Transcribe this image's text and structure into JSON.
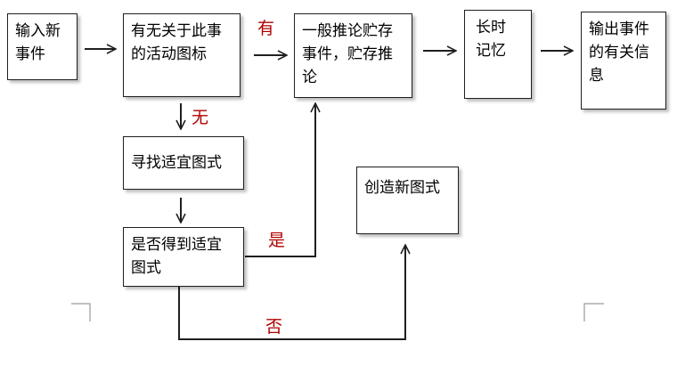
{
  "nodes": {
    "input": "输入新事件",
    "check_schema": "有无关于此事的活动图标",
    "reasoning": "一般推论贮存事件，贮存推论",
    "long_memory": "长时记忆",
    "output": "输出事件的有关信息",
    "find_schema": "寻找适宜图式",
    "got_schema": "是否得到适宜图式",
    "create_schema": "创造新图式"
  },
  "edge_labels": {
    "has": "有",
    "none": "无",
    "yes": "是",
    "no": "否"
  },
  "colors": {
    "edge_label": "#b00000",
    "line": "#1f1f1f"
  }
}
